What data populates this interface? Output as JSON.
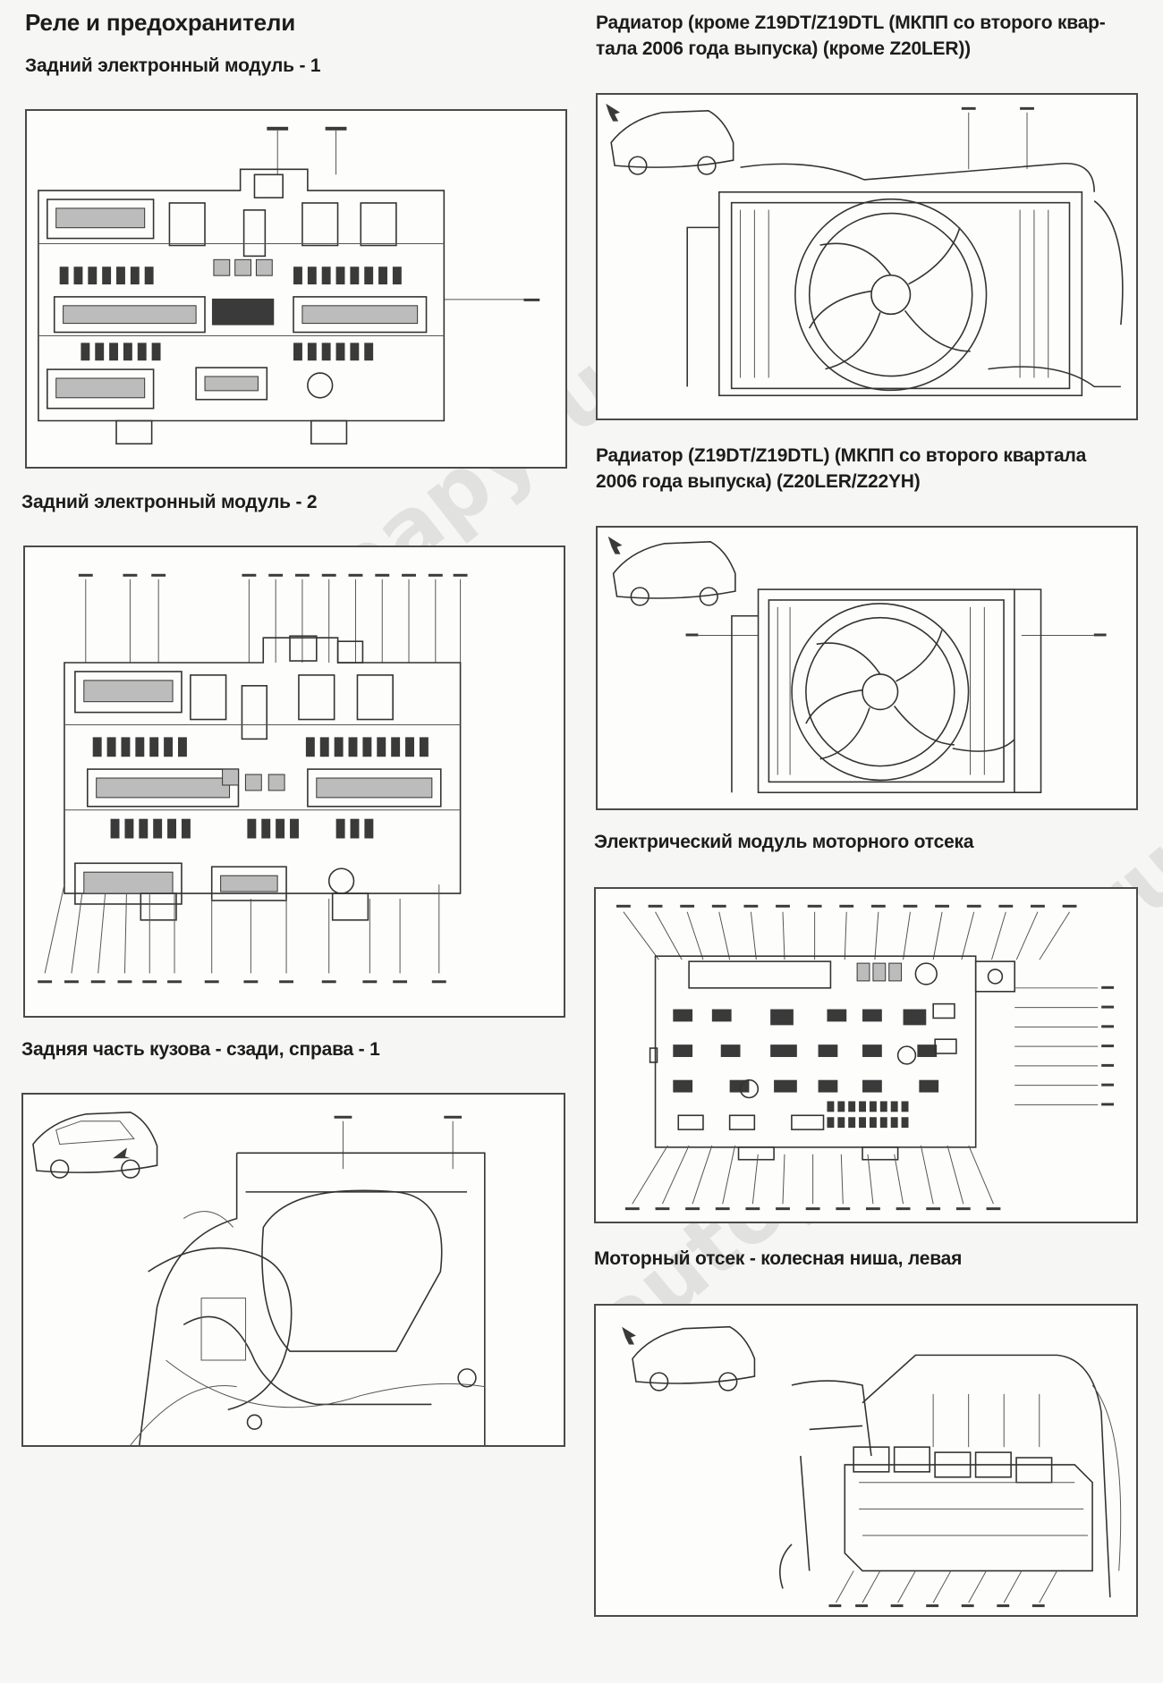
{
  "page": {
    "title": "Реле и предохранители"
  },
  "sections": {
    "rear_module_1": {
      "caption": "Задний электронный модуль - 1"
    },
    "rear_module_2": {
      "caption": "Задний электронный модуль - 2"
    },
    "rear_body": {
      "caption": "Задняя часть кузова - сзади, справа - 1"
    },
    "radiator_1": {
      "caption_line1": "Радиатор (кроме Z19DT/Z19DTL (МКПП со второго квар-",
      "caption_line2": "тала 2006 года выпуска) (кроме Z20LER))"
    },
    "radiator_2": {
      "caption_line1": "Радиатор (Z19DT/Z19DTL) (МКПП со второго квартала",
      "caption_line2": "2006 года выпуска) (Z20LER/Z22YH)"
    },
    "engine_module": {
      "caption": "Электрический модуль моторного отсека"
    },
    "wheel_well": {
      "caption": "Моторный отсек - колесная ниша, левая"
    }
  },
  "watermarks": {
    "left": "autopapyrus.ru",
    "right": "autopapyrus.ru"
  }
}
